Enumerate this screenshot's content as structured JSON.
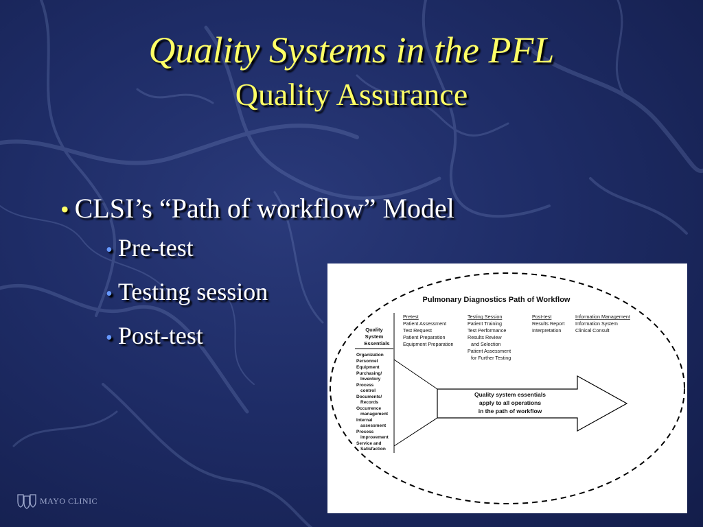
{
  "slide": {
    "title": "Quality Systems in the PFL",
    "subtitle": "Quality Assurance",
    "bullet_main": "CLSI’s  “Path of workflow” Model",
    "bullet_subs": [
      "Pre-test",
      "Testing session",
      "Post-test"
    ]
  },
  "figure": {
    "title": "Pulmonary Diagnostics Path of Workflow",
    "essentials_header": [
      "Quality",
      "System",
      "Essentials"
    ],
    "essentials_items": [
      "Organization",
      "Personnel",
      "Equipment",
      "Purchasing/",
      "Inventory",
      "Process",
      "control",
      "Documents/",
      "Records",
      "Occurrence",
      "management",
      "Internal",
      "assessment",
      "Process",
      "improvement",
      "Service and",
      "Satisfaction"
    ],
    "columns": [
      {
        "header": "Pretest",
        "items": [
          "Patient Assessment",
          "Test Request",
          "Patient   Preparation",
          "Equipment Preparation"
        ]
      },
      {
        "header": "Testing Session",
        "items": [
          "Patient Training",
          "Test Performance",
          "Results Review",
          "and Selection",
          "Patient Assessment",
          "for Further Testing"
        ]
      },
      {
        "header": "Post-test",
        "items": [
          "Results Report",
          "Interpretation"
        ]
      },
      {
        "header": "Information Management",
        "items": [
          "Information System",
          "Clinical Consult"
        ]
      }
    ],
    "arrow_text": [
      "Quality system essentials",
      "apply to all operations",
      "in the path of workflow"
    ]
  },
  "logo": {
    "text": "MAYO CLINIC",
    "icon": "mayo-shield-icon"
  },
  "colors": {
    "title": "#ffff66",
    "body_text": "#ffffff",
    "bullet_main": "#ffff66",
    "bullet_sub": "#6699ff"
  }
}
